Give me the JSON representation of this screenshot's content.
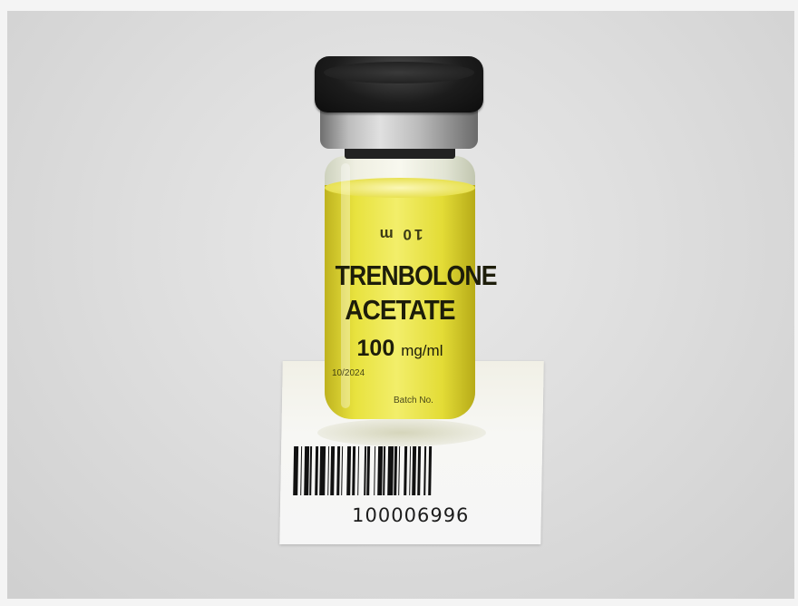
{
  "photo": {
    "subject": "vial on barcode card",
    "vial_label": {
      "volume": "10 m",
      "name_line1": "TRENBOLONE",
      "name_line2": "ACETATE",
      "concentration_value": "100",
      "concentration_unit": "mg/ml",
      "date_fragment": "10/2024",
      "batch_fragment": "Batch No."
    },
    "barcode": {
      "number": "100006996"
    },
    "colors": {
      "oil": "#e8e23e",
      "cap": "#1c1c1c",
      "background": "#dedede"
    }
  }
}
